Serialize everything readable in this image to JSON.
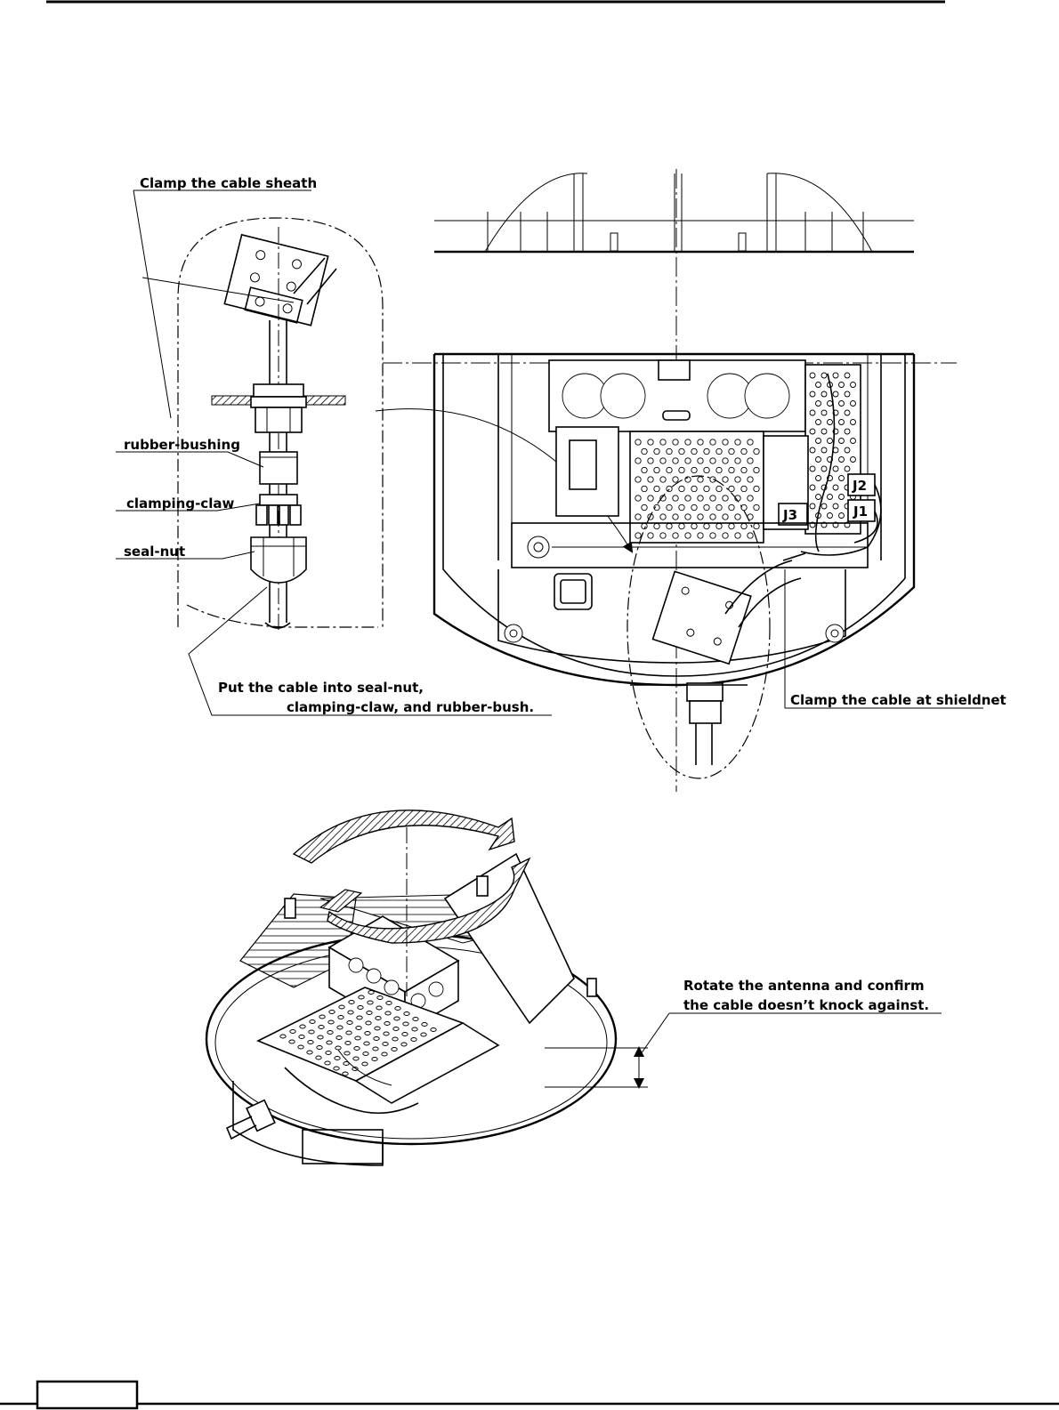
{
  "labels": {
    "clamp_sheath": "Clamp the cable sheath",
    "rubber_bushing": "rubber-bushing",
    "clamping_claw": "clamping-claw",
    "seal_nut": "seal-nut",
    "put_cable_line1": "Put the cable into seal-nut,",
    "put_cable_line2": "clamping-claw, and rubber-bush.",
    "clamp_shieldnet": "Clamp the cable at shieldnet",
    "rotate_line1": "Rotate the antenna and confirm",
    "rotate_line2": "the cable doesn’t knock against.",
    "connector_j1": "J1",
    "connector_j2": "J2",
    "connector_j3": "J3"
  }
}
